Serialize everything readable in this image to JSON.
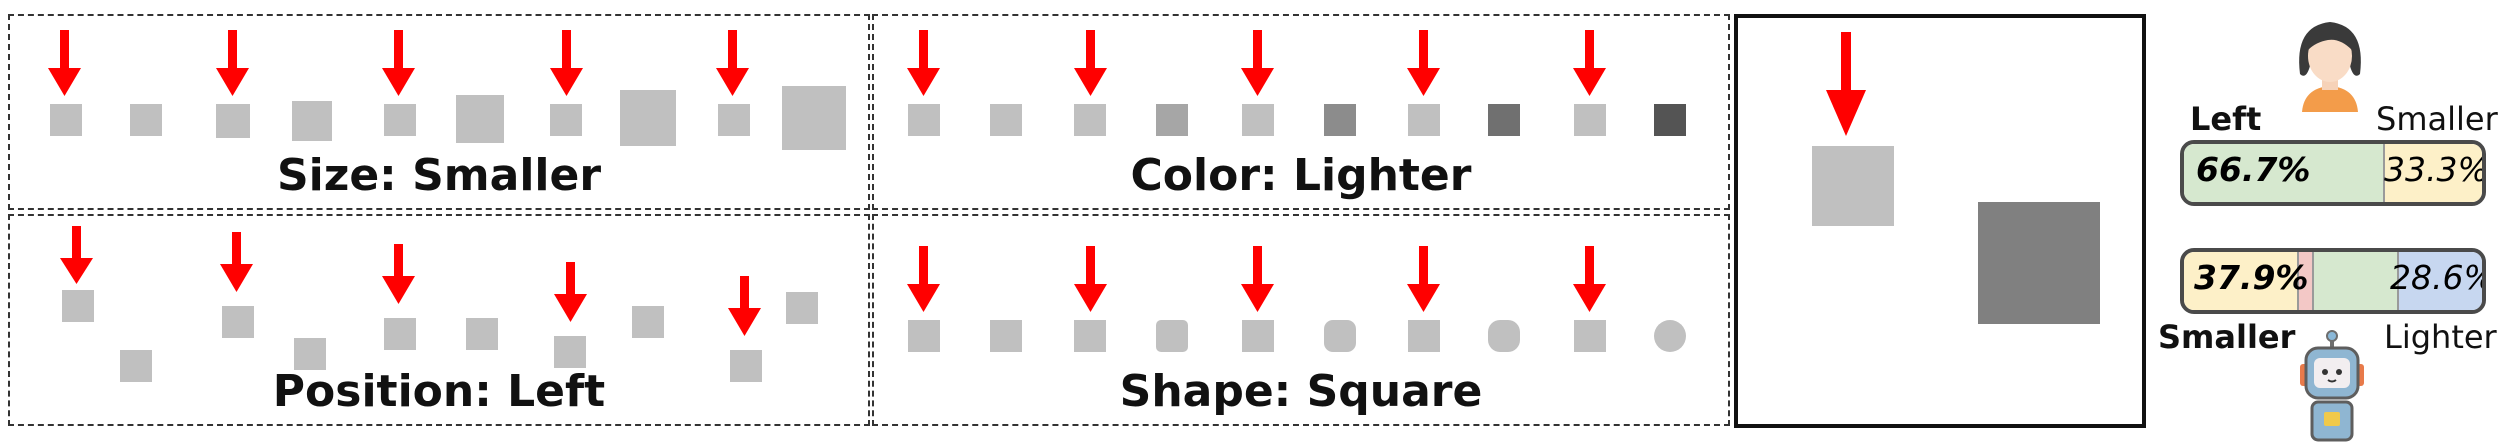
{
  "panels": [
    {
      "label": "Size: Smaller"
    },
    {
      "label": "Color: Lighter"
    },
    {
      "label": "Position: Left"
    },
    {
      "label": "Shape: Square"
    }
  ],
  "colors": {
    "arrow": "#ff0000",
    "square_light": "#c0c0c0",
    "square_dark": "#808080",
    "left_bar_fill": "#d6e8cf",
    "right_bar_fill": "#fdf0c8",
    "pink_fill": "#f3c8c6",
    "blue_fill": "#c7d7f0"
  },
  "human": {
    "left_label": "Left",
    "right_label": "Smaller",
    "left_value": "66.7%",
    "right_value": "33.3%",
    "left_fraction": 0.667,
    "right_fraction": 0.333
  },
  "model": {
    "left_label": "Smaller",
    "right_label": "Lighter",
    "left_value": "37.9%",
    "right_value": "28.6%",
    "segments": [
      0.379,
      0.05,
      0.285,
      0.286
    ]
  },
  "icons": {
    "person": "woman-avatar-icon",
    "robot": "robot-icon",
    "arrow": "down-arrow-icon"
  }
}
